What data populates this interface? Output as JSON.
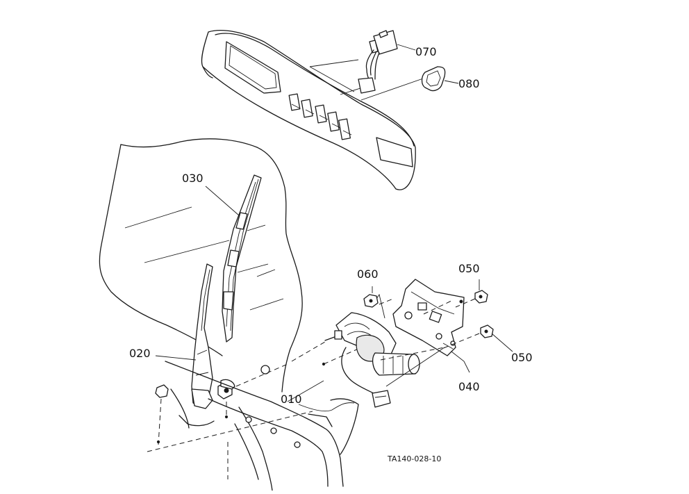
{
  "diagram": {
    "callouts": [
      {
        "id": "070",
        "text": "070"
      },
      {
        "id": "080",
        "text": "080"
      },
      {
        "id": "030",
        "text": "030"
      },
      {
        "id": "060",
        "text": "060"
      },
      {
        "id": "050a",
        "text": "050"
      },
      {
        "id": "020",
        "text": "020"
      },
      {
        "id": "050b",
        "text": "050"
      },
      {
        "id": "040",
        "text": "040"
      },
      {
        "id": "010",
        "text": "010"
      }
    ],
    "figure_code": "TA140-028-10",
    "colors": {
      "ink": "#1a1a1a",
      "paper": "#ffffff"
    }
  }
}
